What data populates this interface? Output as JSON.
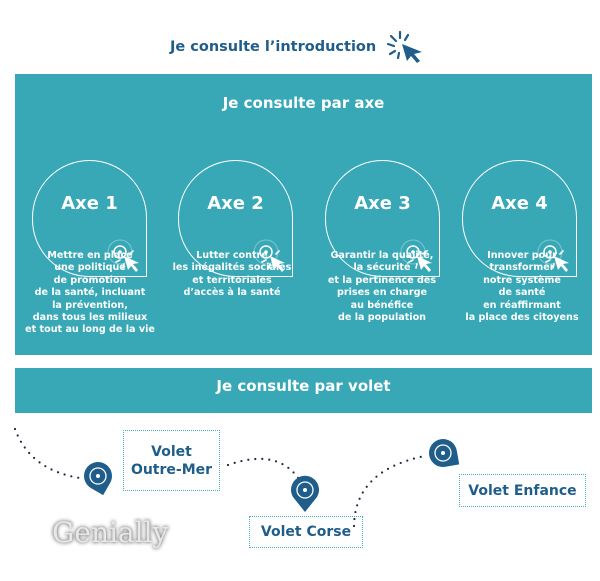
{
  "intro": {
    "label": "Je consulte l’introduction",
    "icon": "click-cursor-icon"
  },
  "axes_panel": {
    "title": "Je consulte par axe",
    "items": [
      {
        "label": "Axe 1",
        "description": "Mettre en place\nune politique\nde promotion\nde la santé, incluant\nla prévention,\ndans tous les milieux\net tout au long de la vie"
      },
      {
        "label": "Axe 2",
        "description": "Lutter contre\nles inégalités sociales\net territoriales\nd’accès à la santé"
      },
      {
        "label": "Axe 3",
        "description": "Garantir la qualité,\nla sécurité\net la pertinence des\nprises en charge\nau bénéfice\nde la population"
      },
      {
        "label": "Axe 4",
        "description": "Innover pour\ntransformer\nnotre  système\nde santé\nen réaffirmant\nla place des citoyens"
      }
    ]
  },
  "volets": {
    "title": "Je consulte par volet",
    "items": [
      {
        "label": "Volet\nOutre-Mer"
      },
      {
        "label": "Volet Corse"
      },
      {
        "label": "Volet Enfance"
      }
    ]
  },
  "logo": "Genially",
  "colors": {
    "teal": "#38a8b7",
    "dark_blue": "#1f5d8a"
  }
}
